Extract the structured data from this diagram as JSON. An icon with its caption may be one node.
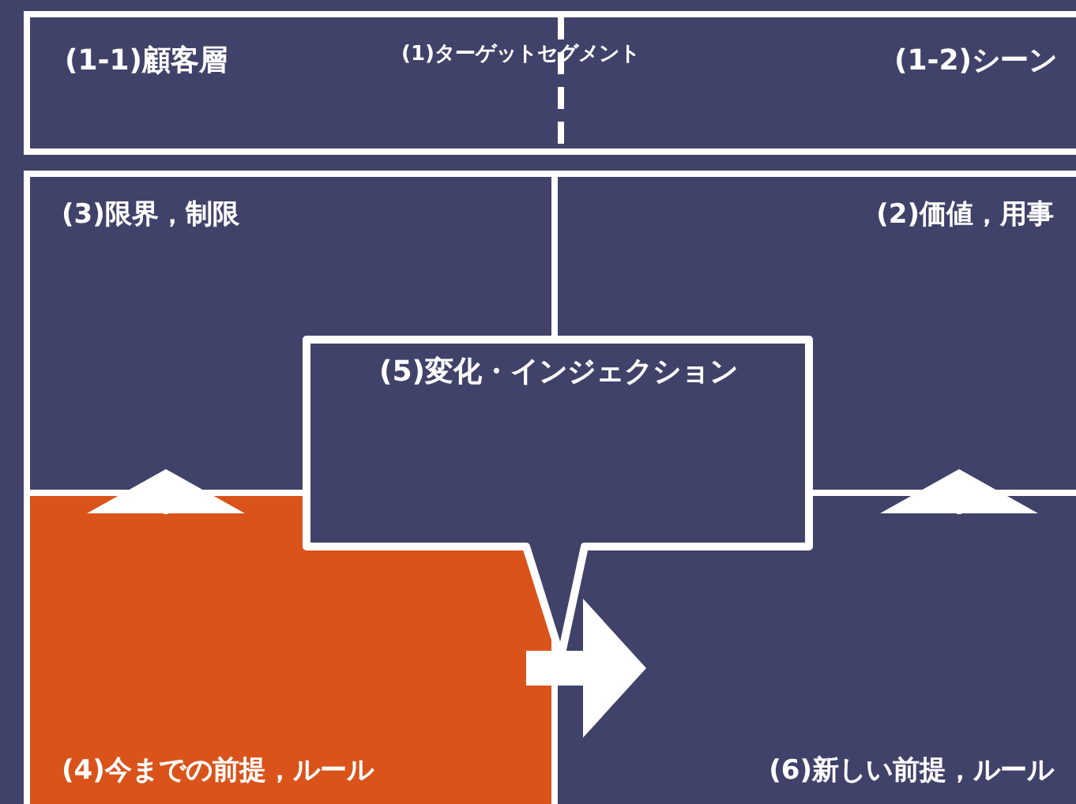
{
  "diagram": {
    "nodes": [
      {
        "text": [
          "(1)ターゲットセグメント"
        ]
      },
      {
        "text": [
          "(1-1)顧客層"
        ],
        "in": 0
      },
      {
        "text": [
          "(1-2)シーン"
        ],
        "in": 0
      },
      {
        "text": [
          "(3)限界，制限"
        ]
      },
      {
        "text": [
          "(2)価値，用事"
        ]
      },
      {
        "text": [
          "(4)今までの前提，ルール"
        ]
      },
      {
        "text": [
          "(6)新しい前提，ルール"
        ]
      },
      {
        "text": [
          "(5)変化・インジェクション"
        ]
      }
    ],
    "edges": [
      {
        "from": 5,
        "to": 6,
        "arrow": "to",
        "style": "thick"
      },
      {
        "from": 5,
        "to": 3,
        "arrow": "to"
      },
      {
        "from": 6,
        "to": 4,
        "arrow": "to"
      }
    ]
  }
}
